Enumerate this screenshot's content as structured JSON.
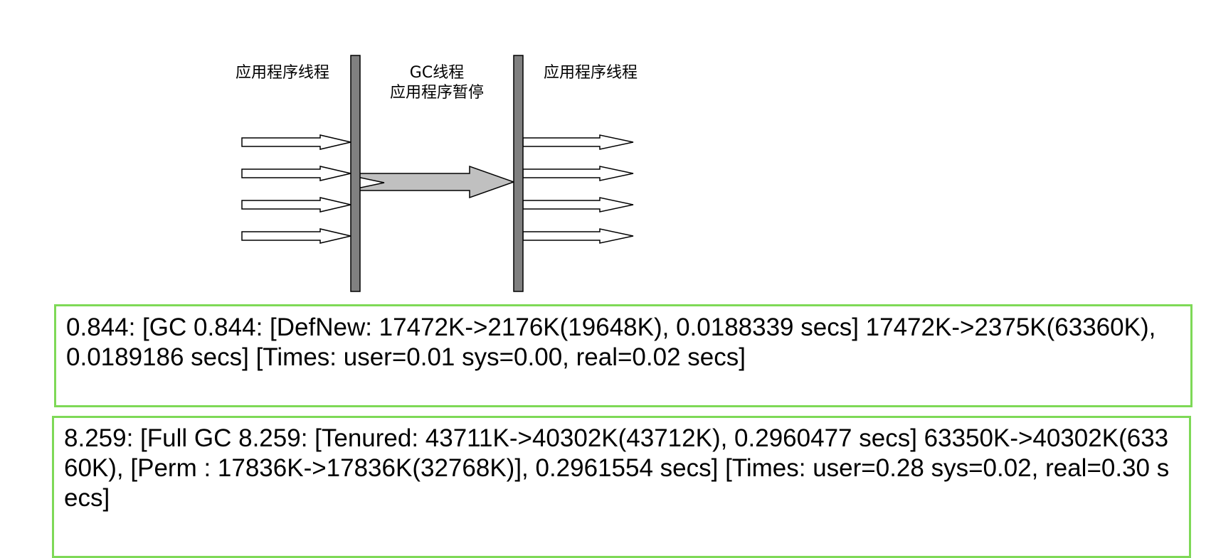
{
  "diagram": {
    "left_label": "应用程序线程",
    "middle_label_line1": "GC线程",
    "middle_label_line2": "应用程序暂停",
    "right_label": "应用程序线程",
    "colors": {
      "barrier": "#808080",
      "gc_arrow": "#c0c0c0",
      "thread_arrow": "#ffffff",
      "stroke": "#000000"
    }
  },
  "logs": {
    "minor_gc": "0.844: [GC 0.844: [DefNew: 17472K->2176K(19648K), 0.0188339 secs] 17472K->2375K(63360K), 0.0189186 secs] [Times: user=0.01 sys=0.00, real=0.02 secs]",
    "full_gc": "8.259: [Full GC 8.259: [Tenured: 43711K->40302K(43712K), 0.2960477 secs] 63350K->40302K(63360K), [Perm : 17836K->17836K(32768K)], 0.2961554 secs] [Times: user=0.28 sys=0.02, real=0.30 secs]",
    "border_color": "#7ed957"
  }
}
